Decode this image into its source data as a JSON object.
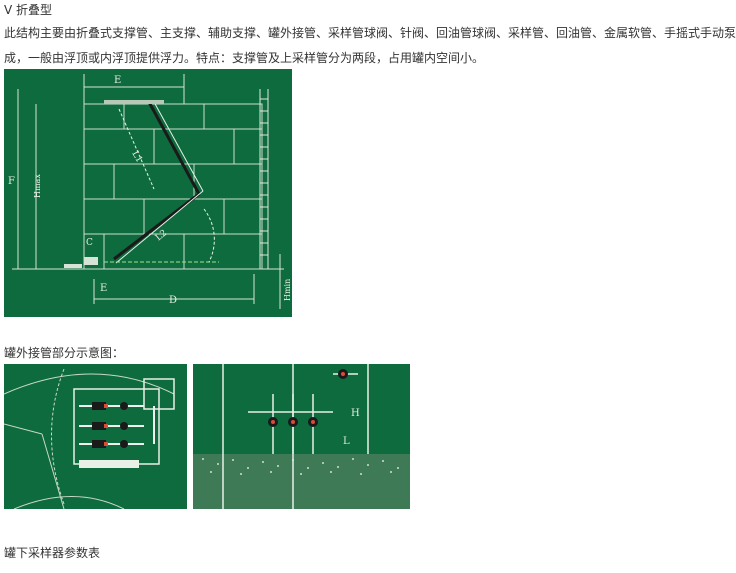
{
  "section_heading": "V 折叠型",
  "description": {
    "line1": "此结构主要由折叠式支撑管、主支撑、辅助支撑、罐外接管、采样管球阀、针阀、回油管球阀、采样管、回油管、金属软管、手摇式手动泵",
    "line2": "成，一般由浮顶或内浮顶提供浮力。特点：支撑管及上采样管分为两段，占用罐内空间小。"
  },
  "figure1": {
    "labels": {
      "top_dim": "E",
      "left_dim": "F",
      "left_dim2": "Hmax",
      "bottom_dim": "D",
      "bottom_left": "E",
      "right_dim": "Hmin",
      "pipe_label": "L1",
      "pipe_label2": "L2",
      "c_mark": "C"
    }
  },
  "outside_pipe_heading": "罐外接管部分示意图：",
  "figure3": {
    "labels": {
      "h": "H",
      "l": "L"
    }
  },
  "footer_heading": "罐下采样器参数表",
  "colors": {
    "figure_bg": "#0e6b3d",
    "line": "#c8d8c8",
    "text": "#333333"
  }
}
